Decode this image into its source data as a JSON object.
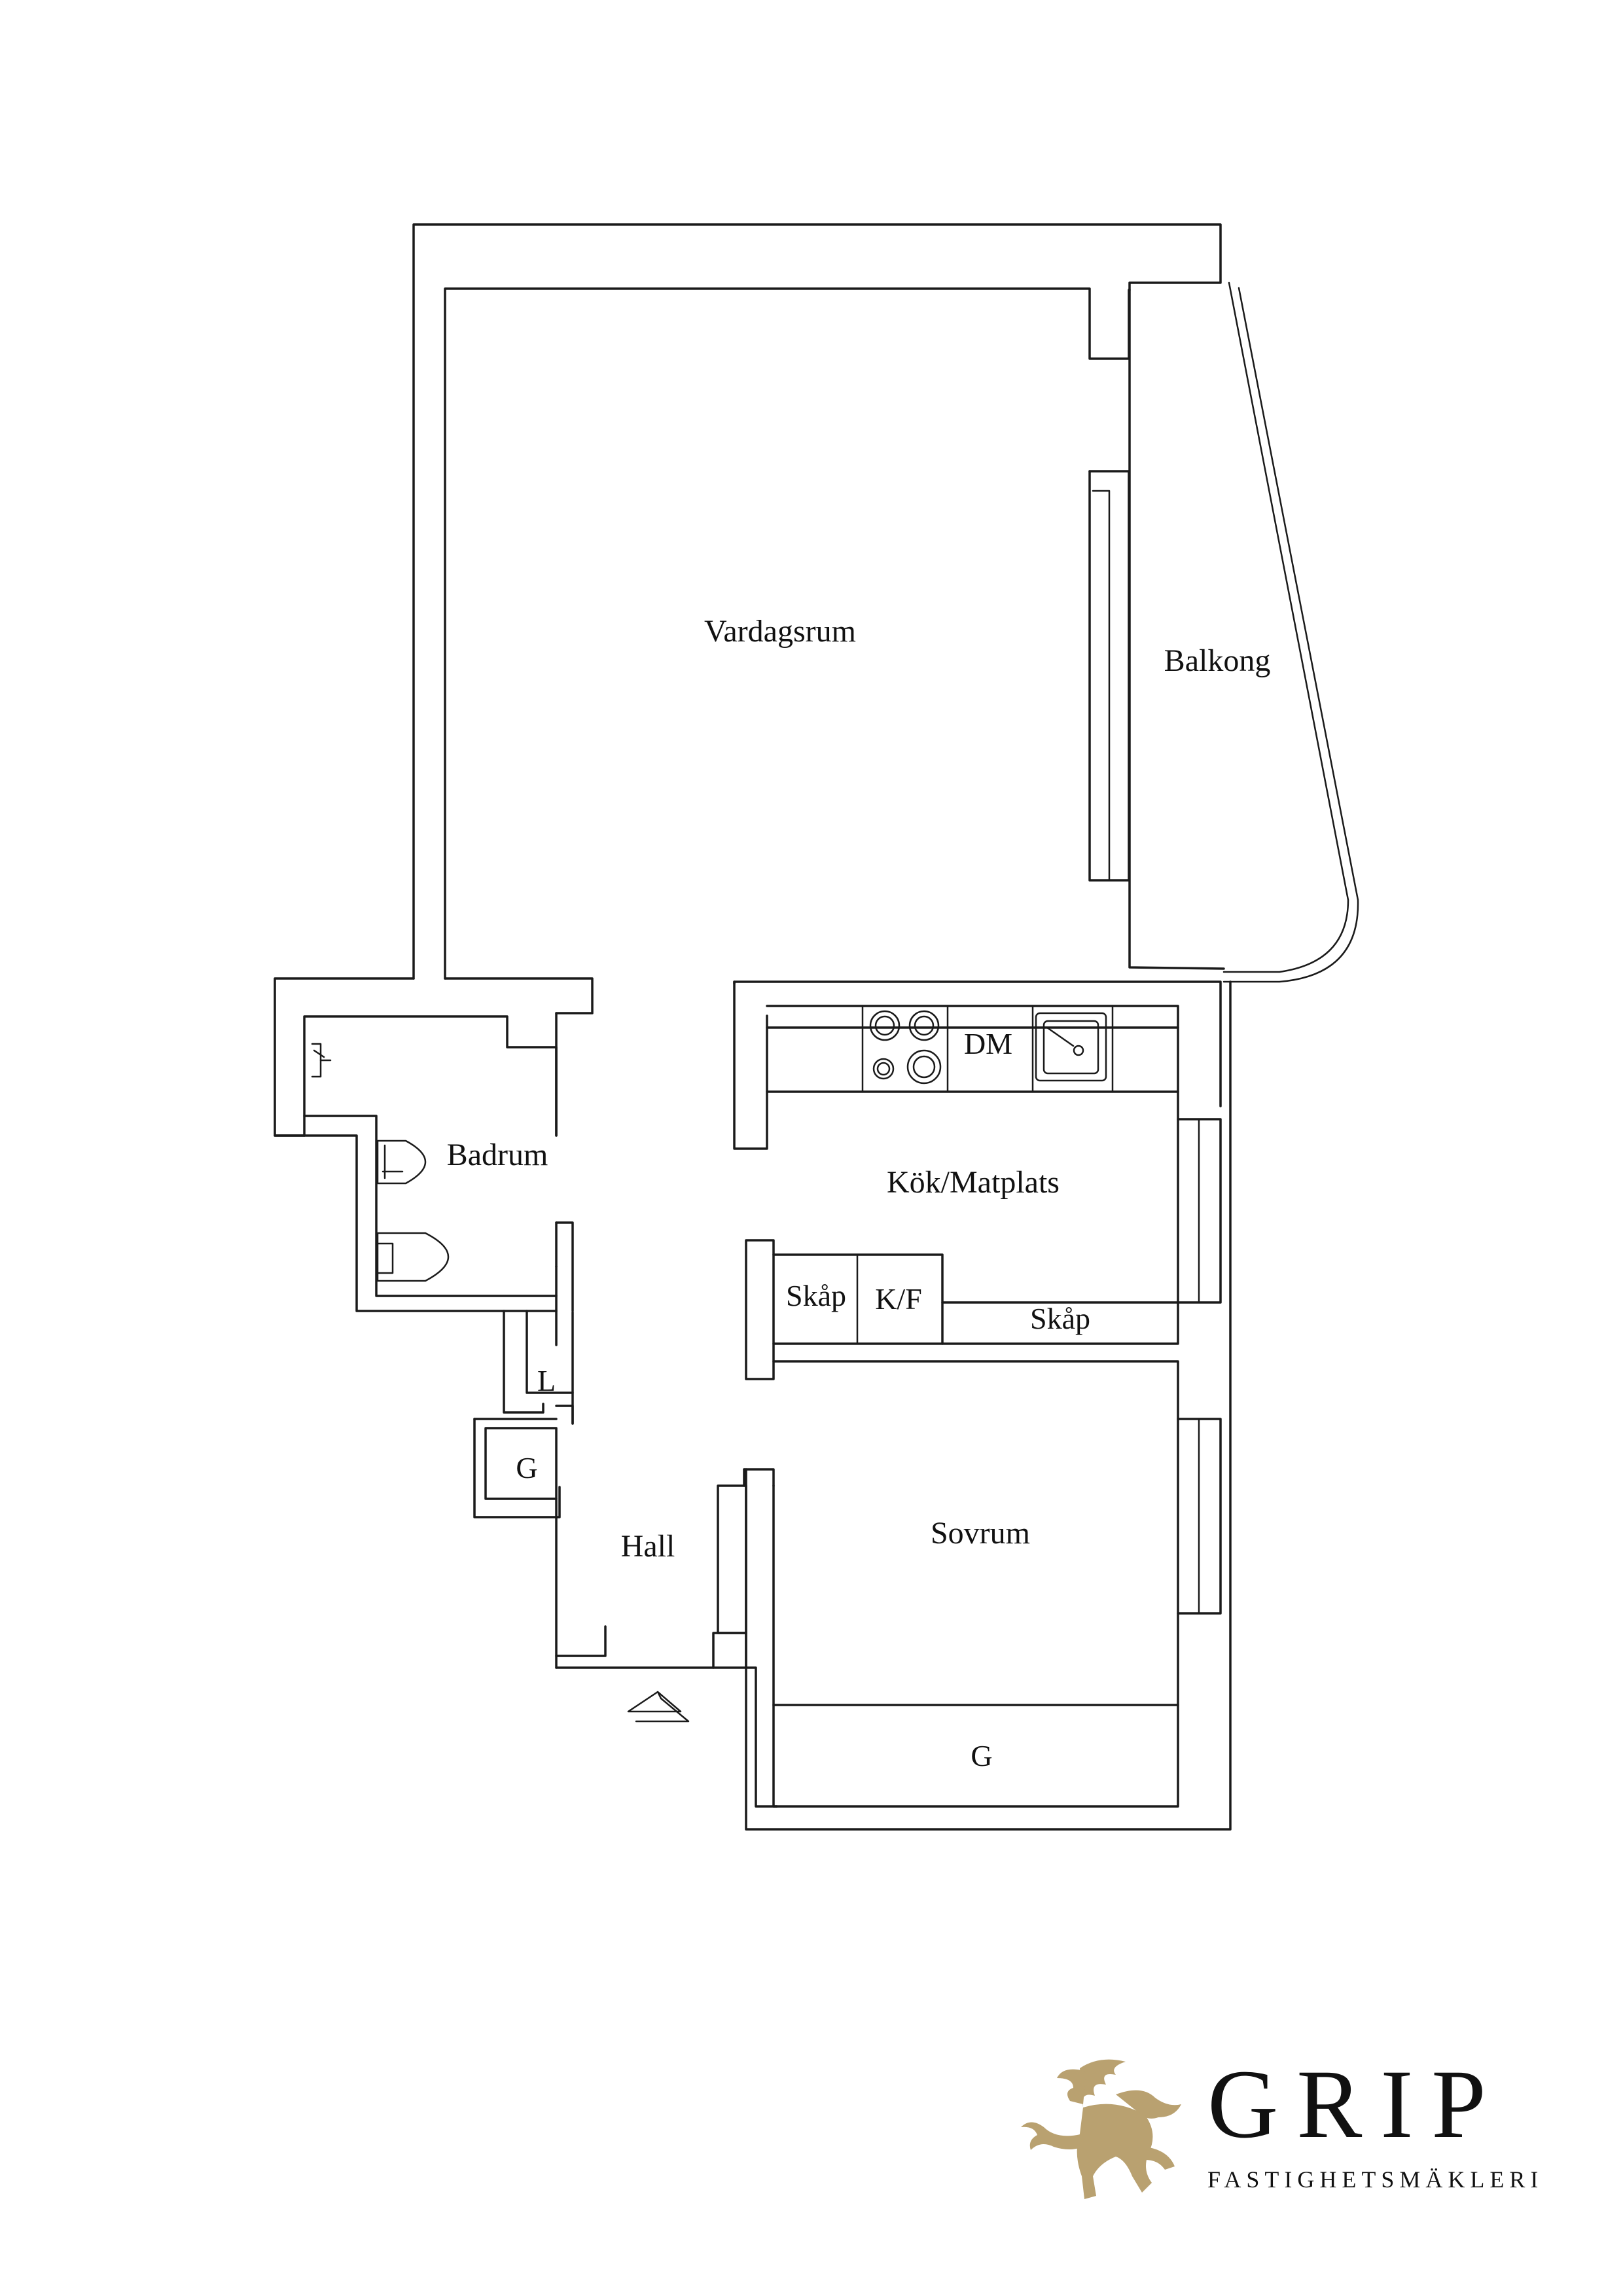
{
  "rooms": {
    "vardagsrum": "Vardagsrum",
    "balkong": "Balkong",
    "badrum": "Badrum",
    "kok": "Kök/Matplats",
    "hall": "Hall",
    "sovrum": "Sovrum"
  },
  "fixtures": {
    "dm": "DM",
    "skap_left": "Skåp",
    "kf": "K/F",
    "skap_right": "Skåp",
    "linen": "L",
    "hall_wardrobe": "G",
    "bedroom_wardrobe": "G"
  },
  "brand": {
    "name": "GRIP",
    "tagline": "FASTIGHETSMÄKLERI",
    "color": "#b9a170"
  },
  "icons": [
    "entrance-arrow-icon",
    "stove-icon",
    "sink-icon",
    "washbasin-icon",
    "toilet-icon",
    "griffin-logo-icon"
  ]
}
